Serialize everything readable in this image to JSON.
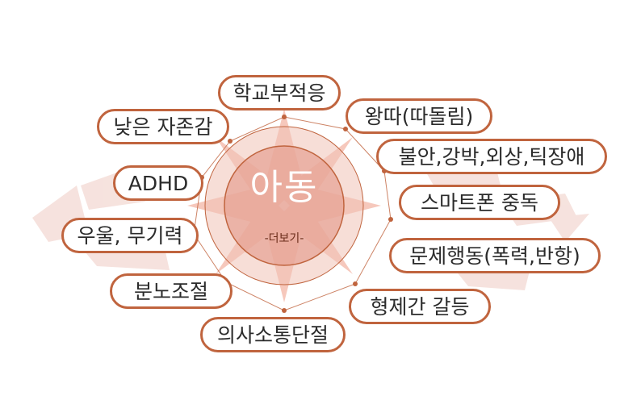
{
  "center": {
    "title": "아동",
    "more_label": "-더보기-"
  },
  "nodes": [
    {
      "id": "school",
      "label": "학교부적응"
    },
    {
      "id": "bullying",
      "label": "왕따(따돌림)"
    },
    {
      "id": "anxiety",
      "label": "불안,강박,외상,틱장애"
    },
    {
      "id": "smartphone",
      "label": "스마트폰 중독"
    },
    {
      "id": "behavior",
      "label": "문제행동(폭력,반항)"
    },
    {
      "id": "sibling",
      "label": "형제간 갈등"
    },
    {
      "id": "communication",
      "label": "의사소통단절"
    },
    {
      "id": "anger",
      "label": "분노조절"
    },
    {
      "id": "depression",
      "label": "우울, 무기력"
    },
    {
      "id": "adhd",
      "label": "ADHD"
    },
    {
      "id": "selfesteem",
      "label": "낮은 자존감"
    }
  ],
  "colors": {
    "accent": "#c0643e",
    "center_fill": "#e8a898",
    "star": "#f3b6a6",
    "bg_shape": "#f4dcd6"
  }
}
